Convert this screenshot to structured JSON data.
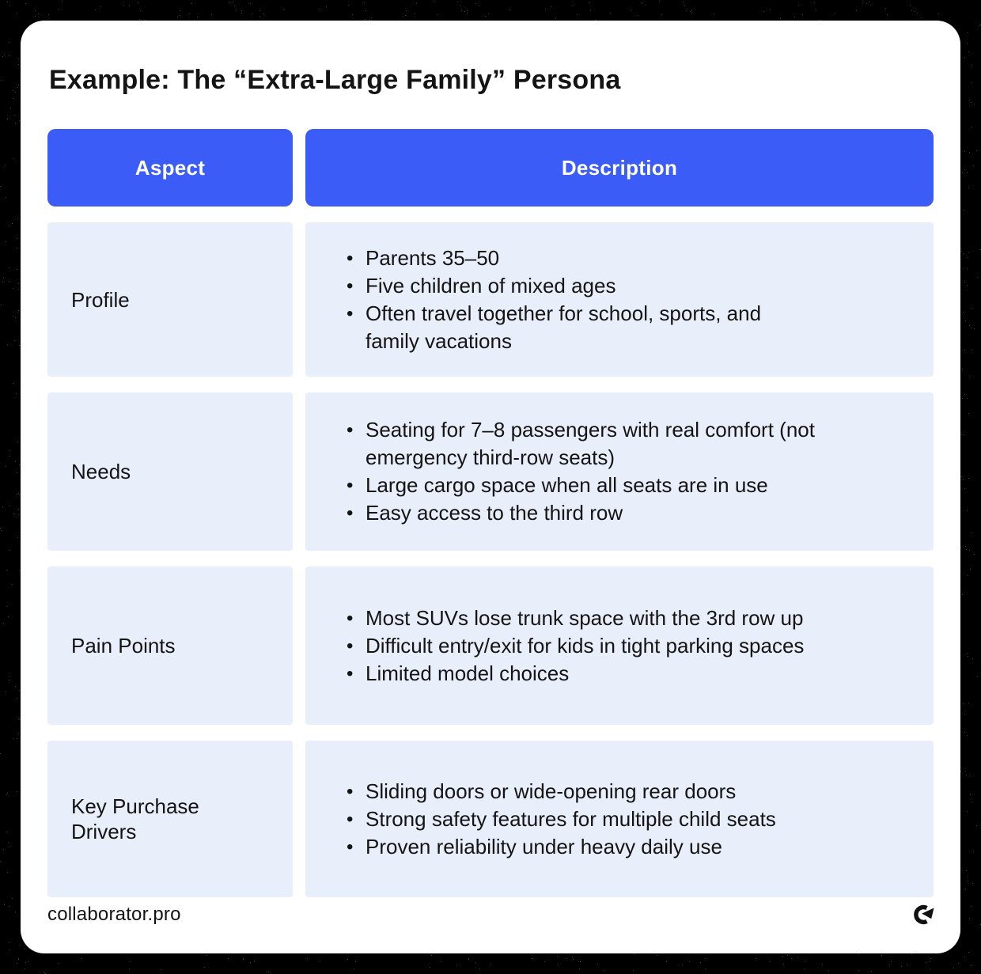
{
  "page": {
    "title": "Example: The “Extra-Large Family” Persona"
  },
  "colors": {
    "accent_blue": "#3B5CF6",
    "cell_background": "#E9EEFB",
    "text": "#141414",
    "card_background": "#FFFFFF",
    "frame_background": "#000000"
  },
  "table": {
    "columns": {
      "aspect": "Aspect",
      "description": "Description"
    },
    "rows": [
      {
        "aspect": "Profile",
        "bullets": [
          "Parents 35–50",
          "Five children of mixed ages",
          "Often travel together for school, sports, and\nfamily vacations"
        ]
      },
      {
        "aspect": "Needs",
        "bullets": [
          "Seating for 7–8 passengers with real comfort (not\nemergency third-row seats)",
          "Large cargo space when all seats are in use",
          "Easy access to the third row"
        ]
      },
      {
        "aspect": "Pain Points",
        "bullets": [
          "Most SUVs lose trunk space with the 3rd row up",
          "Difficult entry/exit for kids in tight parking spaces",
          "Limited model choices"
        ]
      },
      {
        "aspect": "Key Purchase\nDrivers",
        "bullets": [
          "Sliding doors or wide-opening rear doors",
          "Strong safety features for multiple child seats",
          "Proven reliability under heavy daily use"
        ]
      }
    ]
  },
  "footer": {
    "site": "collaborator.pro",
    "logo": "c-arrow-logo"
  }
}
